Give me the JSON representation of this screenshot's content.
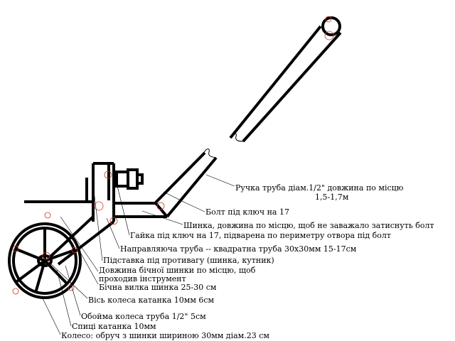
{
  "labels": {
    "handle_tube": "Ручка труба діам.1/2\"  довжина по місцю",
    "handle_length": "1,5-1,7м",
    "bolt_key": "Болт під ключ на 17",
    "rod_length": "Шинка, довжина по місцю, щоб не заважало затиснуть болт",
    "nut_welded": "Гайка під ключ на 17, підварена по периметру отвора під болт",
    "guide_tube": "Направляюча труба -- квадратна труба 30х30мм 15-17см",
    "counterweight_stand": "Підставка під противагу (шинка, кутник)",
    "side_rod_length": "Довжина бічної шинки по місцю, щоб",
    "side_rod_length_2": "проходив інструмент",
    "side_fork": "Бічна вилка шинка 25-30 см",
    "wheel_axle": "Вісь колеса катанка 10мм 6см",
    "wheel_hub": "Обойма колеса труба 1/2\"  5см",
    "spokes": "Спиці катанка 10мм",
    "wheel_rim": "Колесо: обруч з шинки шириною 30мм діам.23 см"
  },
  "colors": {
    "ink": "#000000",
    "weld_marks": "#cc3b2e",
    "background": "#ffffff"
  }
}
